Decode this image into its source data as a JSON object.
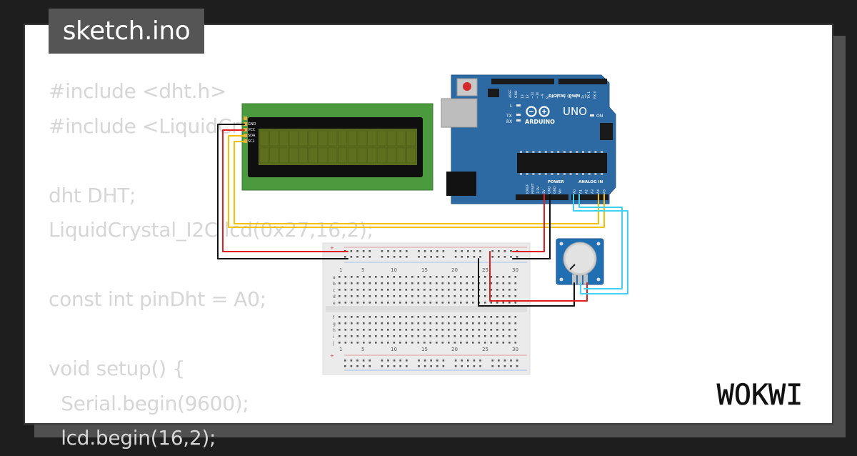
{
  "tab": {
    "filename": "sketch.ino"
  },
  "code_lines": [
    "#include <dht.h>",
    "#include <LiquidCrystal_I2C.h>",
    "",
    "dht DHT;",
    "LiquidCrystal_I2C lcd(0x27,16,2);",
    "",
    "const int pinDht = A0;",
    "",
    "void setup() {",
    "  Serial.begin(9600);",
    "  lcd.begin(16,2);"
  ],
  "lcd": {
    "pins": [
      "GND",
      "VCC",
      "SDA",
      "SCL"
    ]
  },
  "arduino": {
    "brand": "ARDUINO",
    "model": "UNO",
    "digital_label": "DIGITAL (PWM ~)",
    "power_label": "POWER",
    "analog_label": "ANALOG IN",
    "tx_label": "TX",
    "rx_label": "RX",
    "l_label": "L",
    "on_label": "ON",
    "aref_label": "AREF",
    "gnd_label": "GND",
    "power_pins": [
      "IOREF",
      "RESET",
      "3.3V",
      "5V",
      "GND",
      "GND",
      "Vin"
    ],
    "analog_pins": [
      "A0",
      "A1",
      "A2",
      "A3",
      "A4",
      "A5"
    ],
    "digital_pins": [
      "13",
      "12",
      "~11",
      "~10",
      "~9",
      "8",
      "7",
      "~6",
      "~5",
      "4",
      "~3",
      "2",
      "TX 1",
      "RX 0"
    ]
  },
  "breadboard": {
    "column_numbers": [
      "1",
      "5",
      "10",
      "15",
      "20",
      "25",
      "30"
    ],
    "row_letters_top": [
      "a",
      "b",
      "c",
      "d",
      "e"
    ],
    "row_letters_bottom": [
      "f",
      "g",
      "h",
      "i",
      "j"
    ]
  },
  "brand_logo": "WOKWI",
  "colors": {
    "wire_red": "#e01e1e",
    "wire_black": "#111111",
    "wire_yellow": "#f2c200",
    "wire_cyan": "#3fd2f0",
    "arduino_blue": "#2d6aa3",
    "lcd_green": "#4b9b3e"
  }
}
